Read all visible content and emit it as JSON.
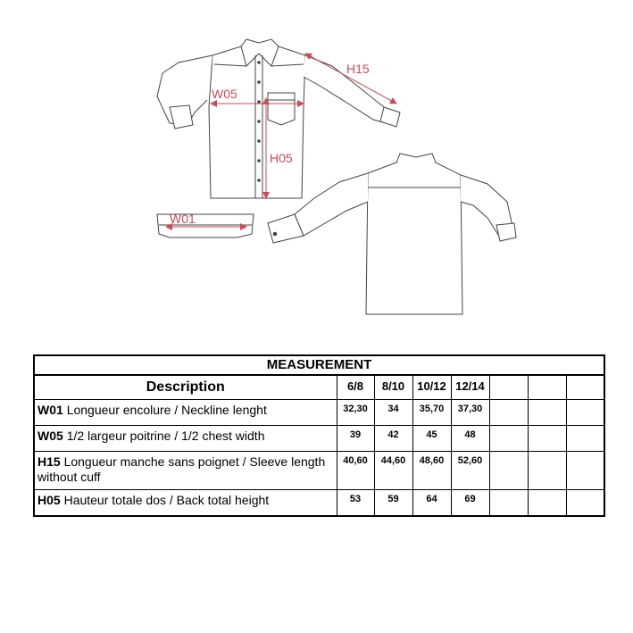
{
  "dimension_labels": {
    "h15": "H15",
    "w05": "W05",
    "h05": "H05",
    "w01": "W01"
  },
  "colors": {
    "outline": "#444444",
    "dimension": "#d04a55"
  },
  "table": {
    "title": "MEASUREMENT",
    "description_header": "Description",
    "sizes": [
      "6/8",
      "8/10",
      "10/12",
      "12/14"
    ],
    "empty_columns": 3,
    "rows": [
      {
        "code": "W01",
        "text": "Longueur encolure / Neckline lenght",
        "values": [
          "32,30",
          "34",
          "35,70",
          "37,30"
        ]
      },
      {
        "code": "W05",
        "text": "1/2 largeur poitrine / 1/2 chest width",
        "values": [
          "39",
          "42",
          "45",
          "48"
        ]
      },
      {
        "code": "H15",
        "text": "Longueur manche sans poignet / Sleeve length without cuff",
        "values": [
          "40,60",
          "44,60",
          "48,60",
          "52,60"
        ]
      },
      {
        "code": "H05",
        "text": "Hauteur totale dos / Back total height",
        "values": [
          "53",
          "59",
          "64",
          "69"
        ]
      }
    ]
  }
}
